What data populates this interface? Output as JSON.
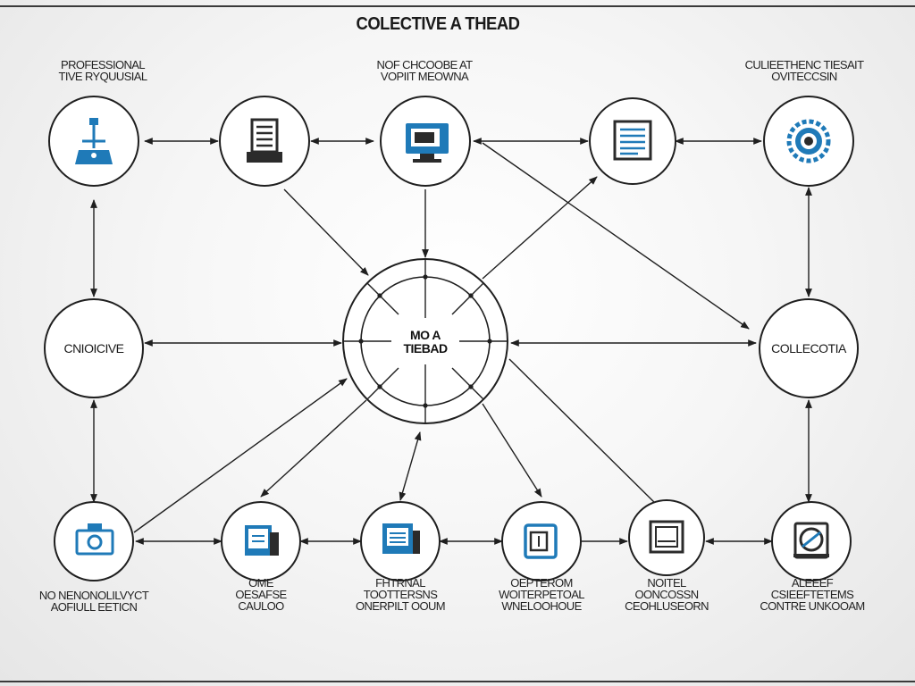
{
  "title": "COLECTIVE A THEAD",
  "colors": {
    "stroke": "#1f1f1f",
    "icon_blue": "#1f7ab8",
    "icon_dark": "#2b2b2b"
  },
  "hub": {
    "line1": "MO A",
    "line2": "TIEBAD"
  },
  "top_labels": {
    "left": [
      "PROFESSIONAL",
      "TIVE RYQUUSIAL"
    ],
    "center": [
      "NOF CHCOOBE AT",
      "VOPIIT MEOWNA"
    ],
    "right": [
      "CULIEETHENC TIESAIT",
      "OVITECCSIN"
    ]
  },
  "middle_nodes": {
    "left": "CNIOICIVE",
    "right": "COLLECOTIA"
  },
  "bottom_labels": [
    [
      "NO NENONOLILVYCT",
      "AOFIULL EETICN"
    ],
    [
      "OME",
      "OESAFSE",
      "CAULOO"
    ],
    [
      "FHTRNAL",
      "TOOTTERSNS",
      "ONERPILT OOUM"
    ],
    [
      "OEPTEROM",
      "WOITERPETOAL",
      "WNELOOHOUE"
    ],
    [
      "NOITEL",
      "OONCOSSN",
      "CEOHLUSEORN"
    ],
    [
      "ALEEEF",
      "CSIEEFTETEMS",
      "CONTRE UNKOOAM"
    ]
  ],
  "icons": {
    "top": [
      "robot-arm-icon",
      "server-icon",
      "monitor-icon",
      "document-icon",
      "gear-icon"
    ],
    "bottom": [
      "camera-icon",
      "folder-icon",
      "archive-icon",
      "device-icon",
      "box-icon",
      "scanner-icon"
    ]
  }
}
